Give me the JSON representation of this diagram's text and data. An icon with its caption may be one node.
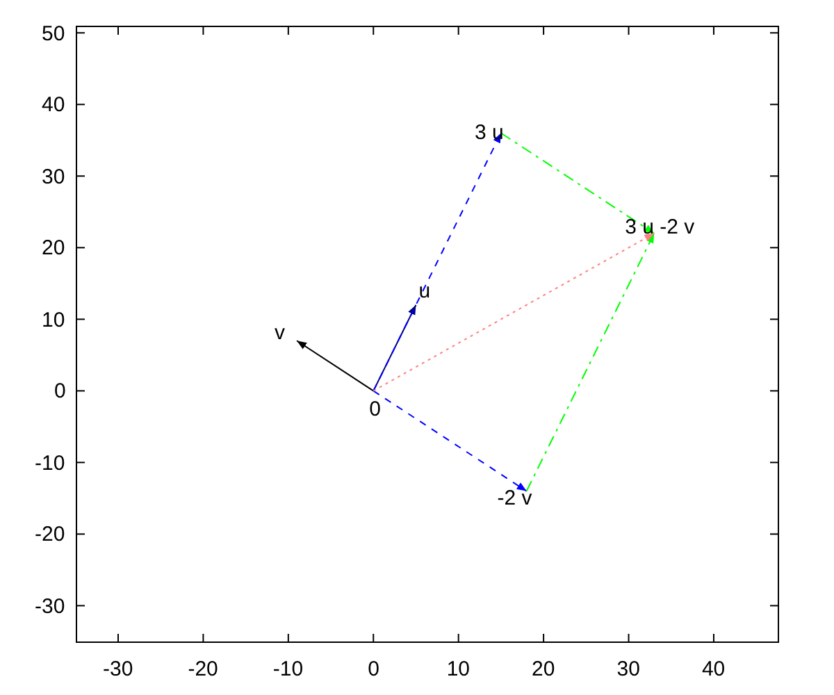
{
  "diagram": {
    "nodes": [
      {
        "text": [
          "0"
        ]
      },
      {
        "text": [
          "u"
        ]
      },
      {
        "text": [
          "v"
        ]
      },
      {
        "text": [
          "3 u"
        ]
      },
      {
        "text": [
          "-2 v"
        ]
      },
      {
        "text": [
          "3 u -2 v"
        ]
      }
    ],
    "edges": [
      {
        "from": 0,
        "to": 1,
        "arrow": "to",
        "color": "#000080"
      },
      {
        "from": 0,
        "to": 2,
        "arrow": "to",
        "color": "#000000"
      },
      {
        "from": 0,
        "to": 3,
        "arrow": "to",
        "style": "dashed",
        "color": "#0000ff"
      },
      {
        "from": 0,
        "to": 4,
        "arrow": "to",
        "style": "dashed",
        "color": "#0000ff"
      },
      {
        "from": 3,
        "to": 5,
        "arrow": "to",
        "style": "dashed",
        "color": "#00ff00"
      },
      {
        "from": 4,
        "to": 5,
        "arrow": "to",
        "style": "dashed",
        "color": "#00ff00"
      },
      {
        "from": 0,
        "to": 5,
        "arrow": "to",
        "style": "dashed",
        "color": "#ff8080"
      }
    ],
    "labels": [
      "50",
      "40",
      "30",
      "20",
      "10",
      "0",
      "-10",
      "-20",
      "-30",
      "-30",
      "-20",
      "-10",
      "0",
      "10",
      "20",
      "30",
      "40"
    ]
  }
}
